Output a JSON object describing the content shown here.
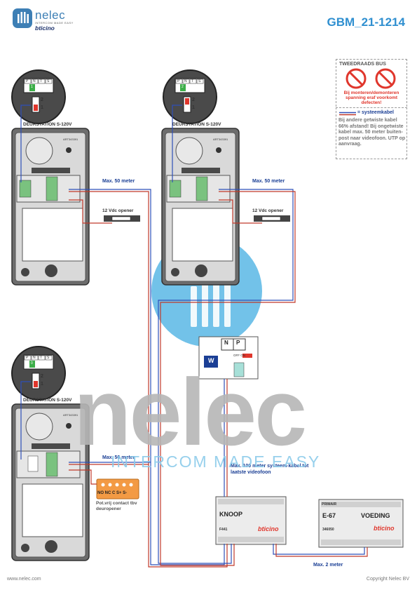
{
  "header": {
    "logo_name": "nelec",
    "logo_tagline": "INTERCOM MADE EASY",
    "logo_brand": "bticino",
    "document_id": "GBM_21-1214"
  },
  "stations": [
    {
      "label": "DEURSTATION S-120V",
      "terminals": [
        "P",
        "N",
        "T",
        "S"
      ],
      "selector": [
        "2",
        "1"
      ],
      "active_value": "1"
    },
    {
      "label": "DEURSTATION S-120V",
      "terminals": [
        "P",
        "N",
        "T",
        "S"
      ],
      "selector": [
        "2",
        "1"
      ],
      "active_value": "2"
    },
    {
      "label": "DEURSTATION S-120V",
      "terminals": [
        "P",
        "N",
        "T",
        "S"
      ],
      "selector": [
        "2",
        "1"
      ],
      "active_value": "0"
    }
  ],
  "info_bus": {
    "title": "TWEEDRAADS BUS",
    "warning": "Bij monteren/demonteren spanning eraf voorkomt defecten!"
  },
  "info_cable": {
    "legend": "= systeemkabel",
    "note": "Bij andere getwiste kabel 66% afstand! Bij ongetwiste kabel max. 50 meter buiten-post naar videofoon. UTP op aanvraag."
  },
  "labels": {
    "max50_a": "Max. 50 meter",
    "max50_b": "Max. 50 meter",
    "max50_c": "Max. 50 meter",
    "opener_a": "12 Vdc opener",
    "opener_b": "12 Vdc opener",
    "max100": "Max. 100 meter systeem-kabel tot laatste videofoon",
    "max2": "Max. 2 meter",
    "potvrij": "Pot.vrij contact tbv deuropener",
    "relay_terminals": "NO NC C S+ S-"
  },
  "art_code": "ART343391",
  "knoop": {
    "name": "KNOOP",
    "code": "F441",
    "brand": "bticino"
  },
  "voeding": {
    "primair": "PRIMAIR",
    "model": "E-67",
    "name": "VOEDING",
    "code": "346050",
    "brand": "bticino"
  },
  "monitor": {
    "terminals": [
      "N",
      "P"
    ],
    "off_on": "OFF ON",
    "logo": "W"
  },
  "watermark": {
    "main": "nelec",
    "sub": "INTERCOM MADE EASY"
  },
  "footer": {
    "left": "www.nelec.com",
    "right": "Copyright Nelec BV"
  },
  "colors": {
    "brand_blue": "#2f8fd0",
    "label_blue": "#1b3f95",
    "warning_red": "#e0362c",
    "relay_orange": "#f39a44"
  }
}
